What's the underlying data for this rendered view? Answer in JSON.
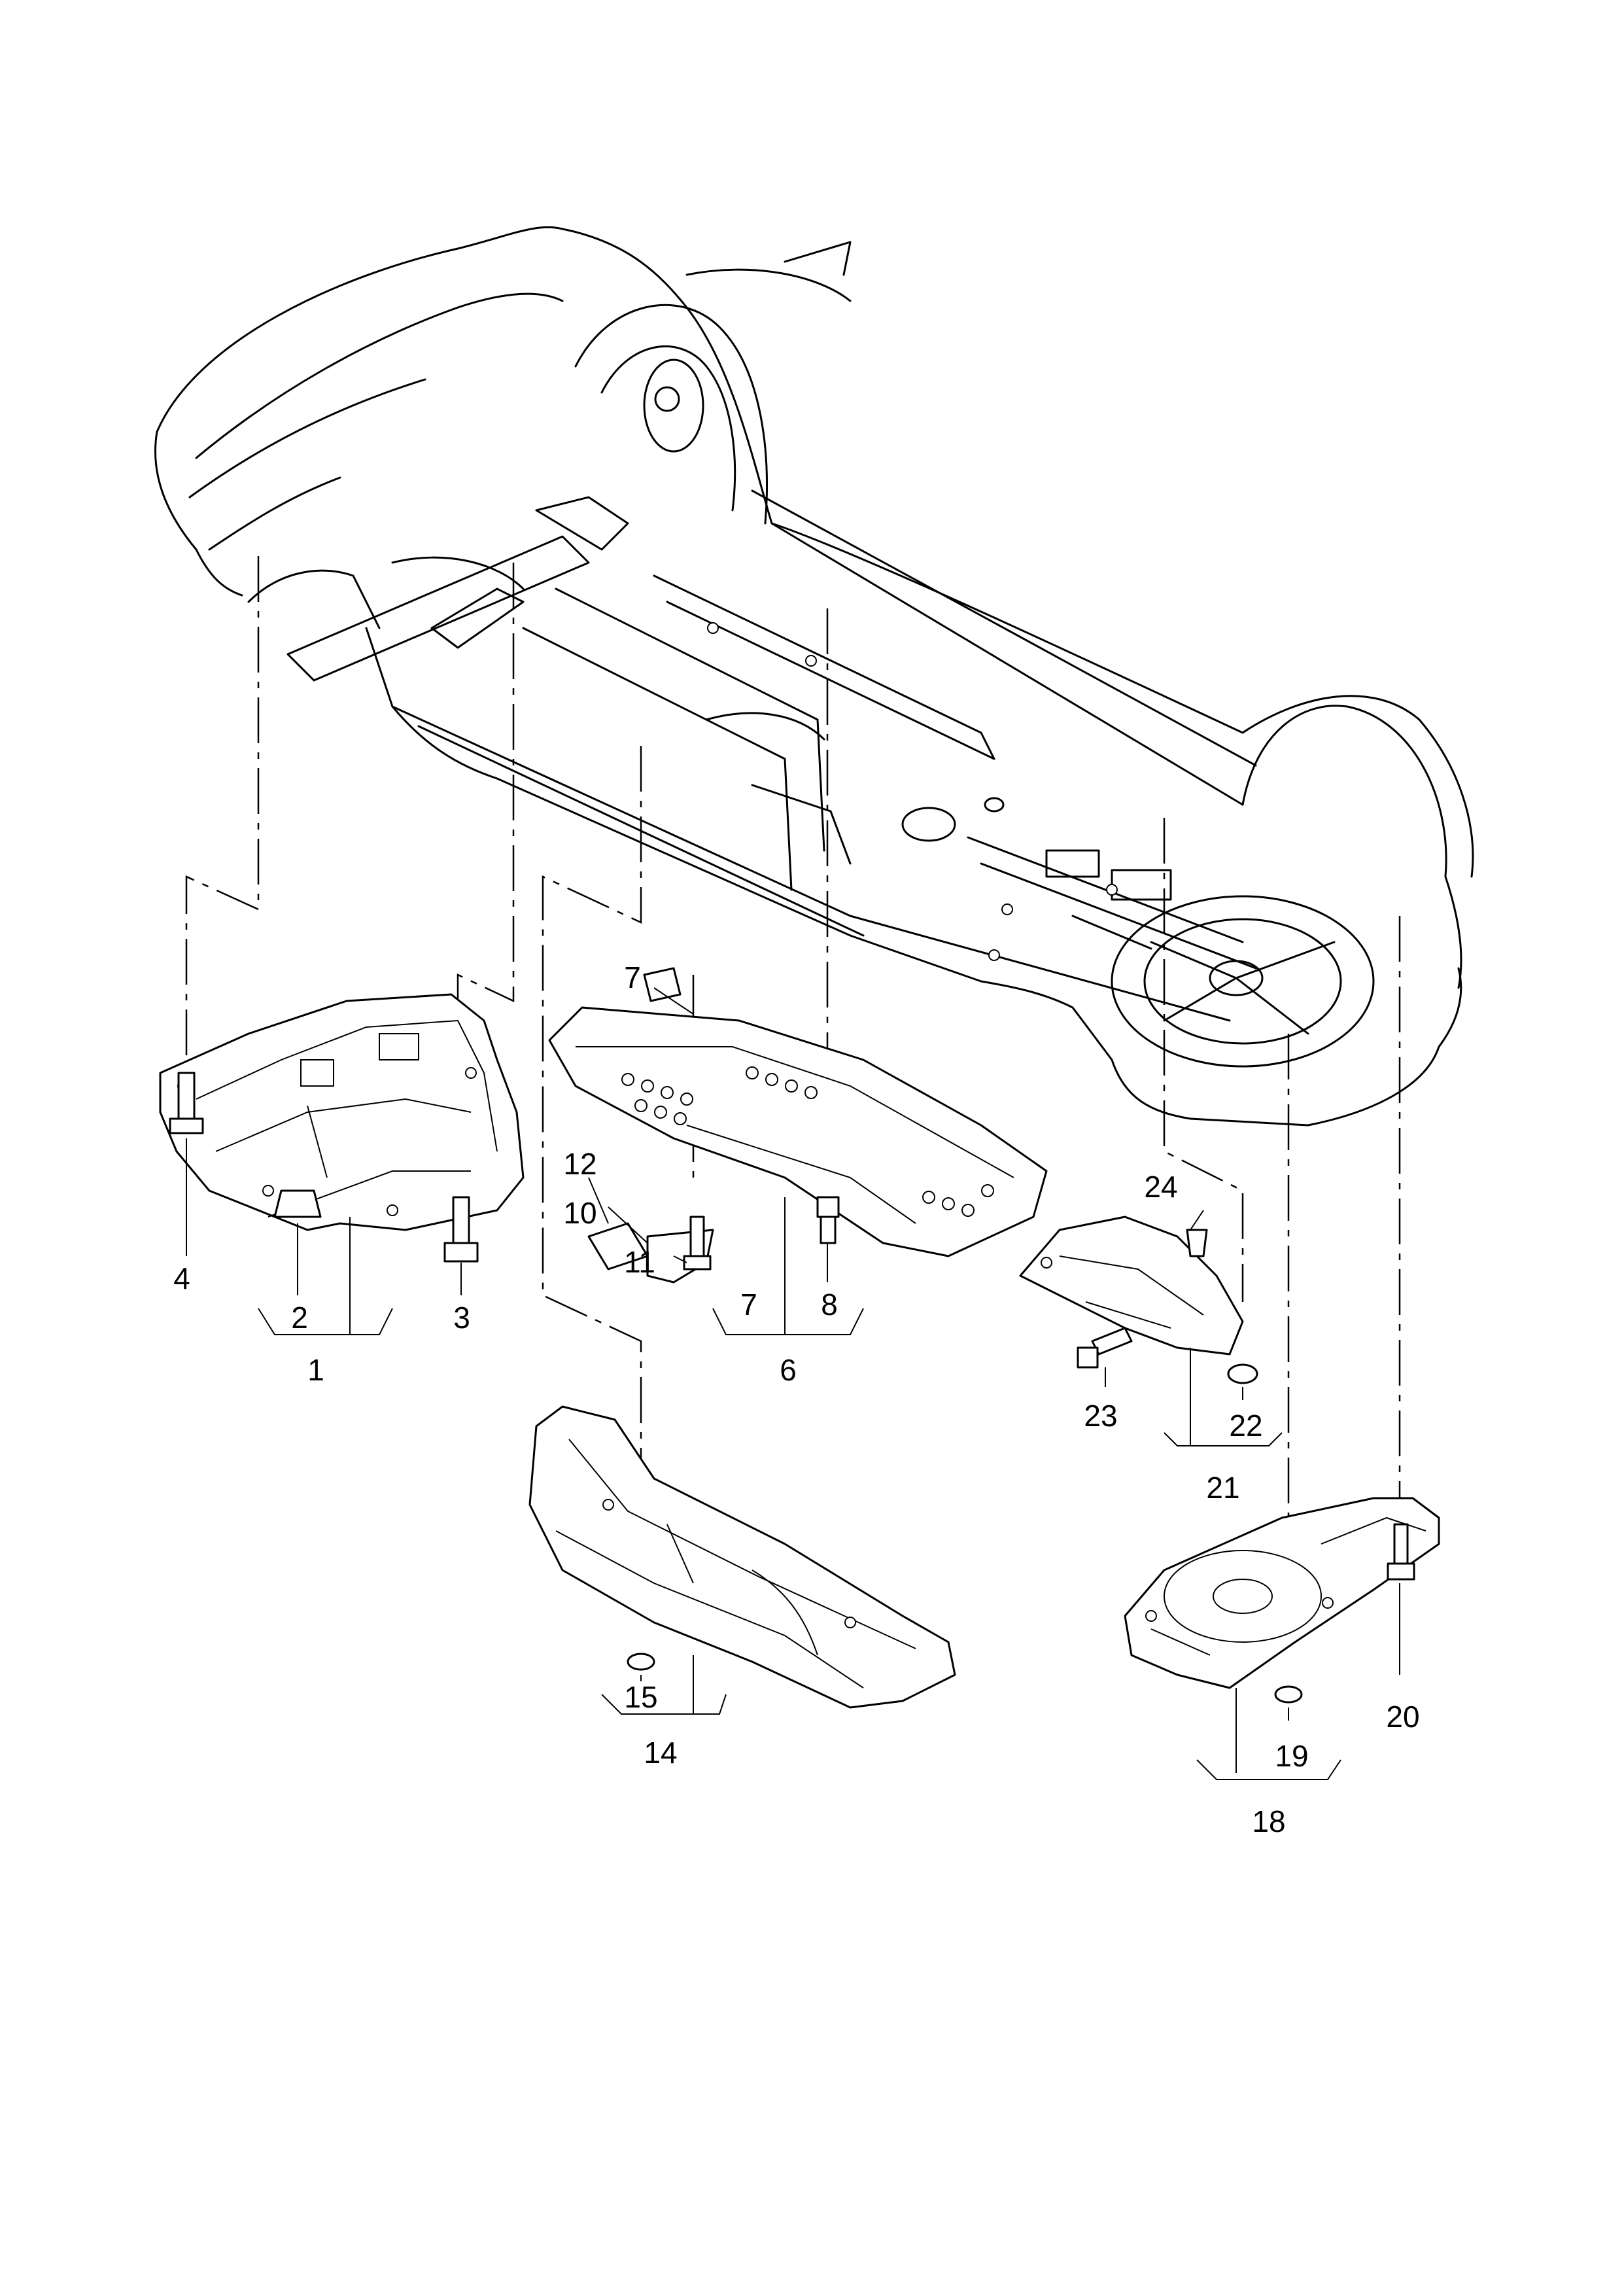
{
  "diagram": {
    "callouts": {
      "c1": "1",
      "c2": "2",
      "c3": "3",
      "c4": "4",
      "c6": "6",
      "c7a": "7",
      "c7b": "7",
      "c8": "8",
      "c10": "10",
      "c11": "11",
      "c12": "12",
      "c14": "14",
      "c15": "15",
      "c18": "18",
      "c19": "19",
      "c20": "20",
      "c21": "21",
      "c22": "22",
      "c23": "23",
      "c24": "24"
    }
  }
}
